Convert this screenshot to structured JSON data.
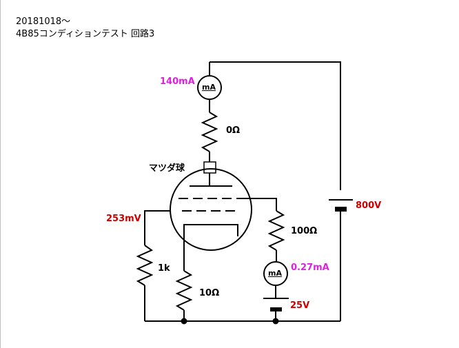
{
  "header": {
    "line1": "20181018～",
    "line2": "4B85コンディションテスト 回路3"
  },
  "labels": {
    "plate_current": "140mA",
    "plate_resistor": "0Ω",
    "tube_name": "マツダ球",
    "grid_voltage": "253mV",
    "grid_resistor": "1k",
    "cathode_resistor": "10Ω",
    "screen_resistor": "100Ω",
    "screen_current": "0.27mA",
    "screen_supply": "25V",
    "plate_supply": "800V"
  },
  "meters": {
    "plate_meter_unit": "mA",
    "screen_meter_unit": "mA"
  },
  "colors": {
    "wire": "#000000",
    "current_label": "#e020e0",
    "voltage_label": "#cc0000",
    "plain_label": "#000000"
  }
}
